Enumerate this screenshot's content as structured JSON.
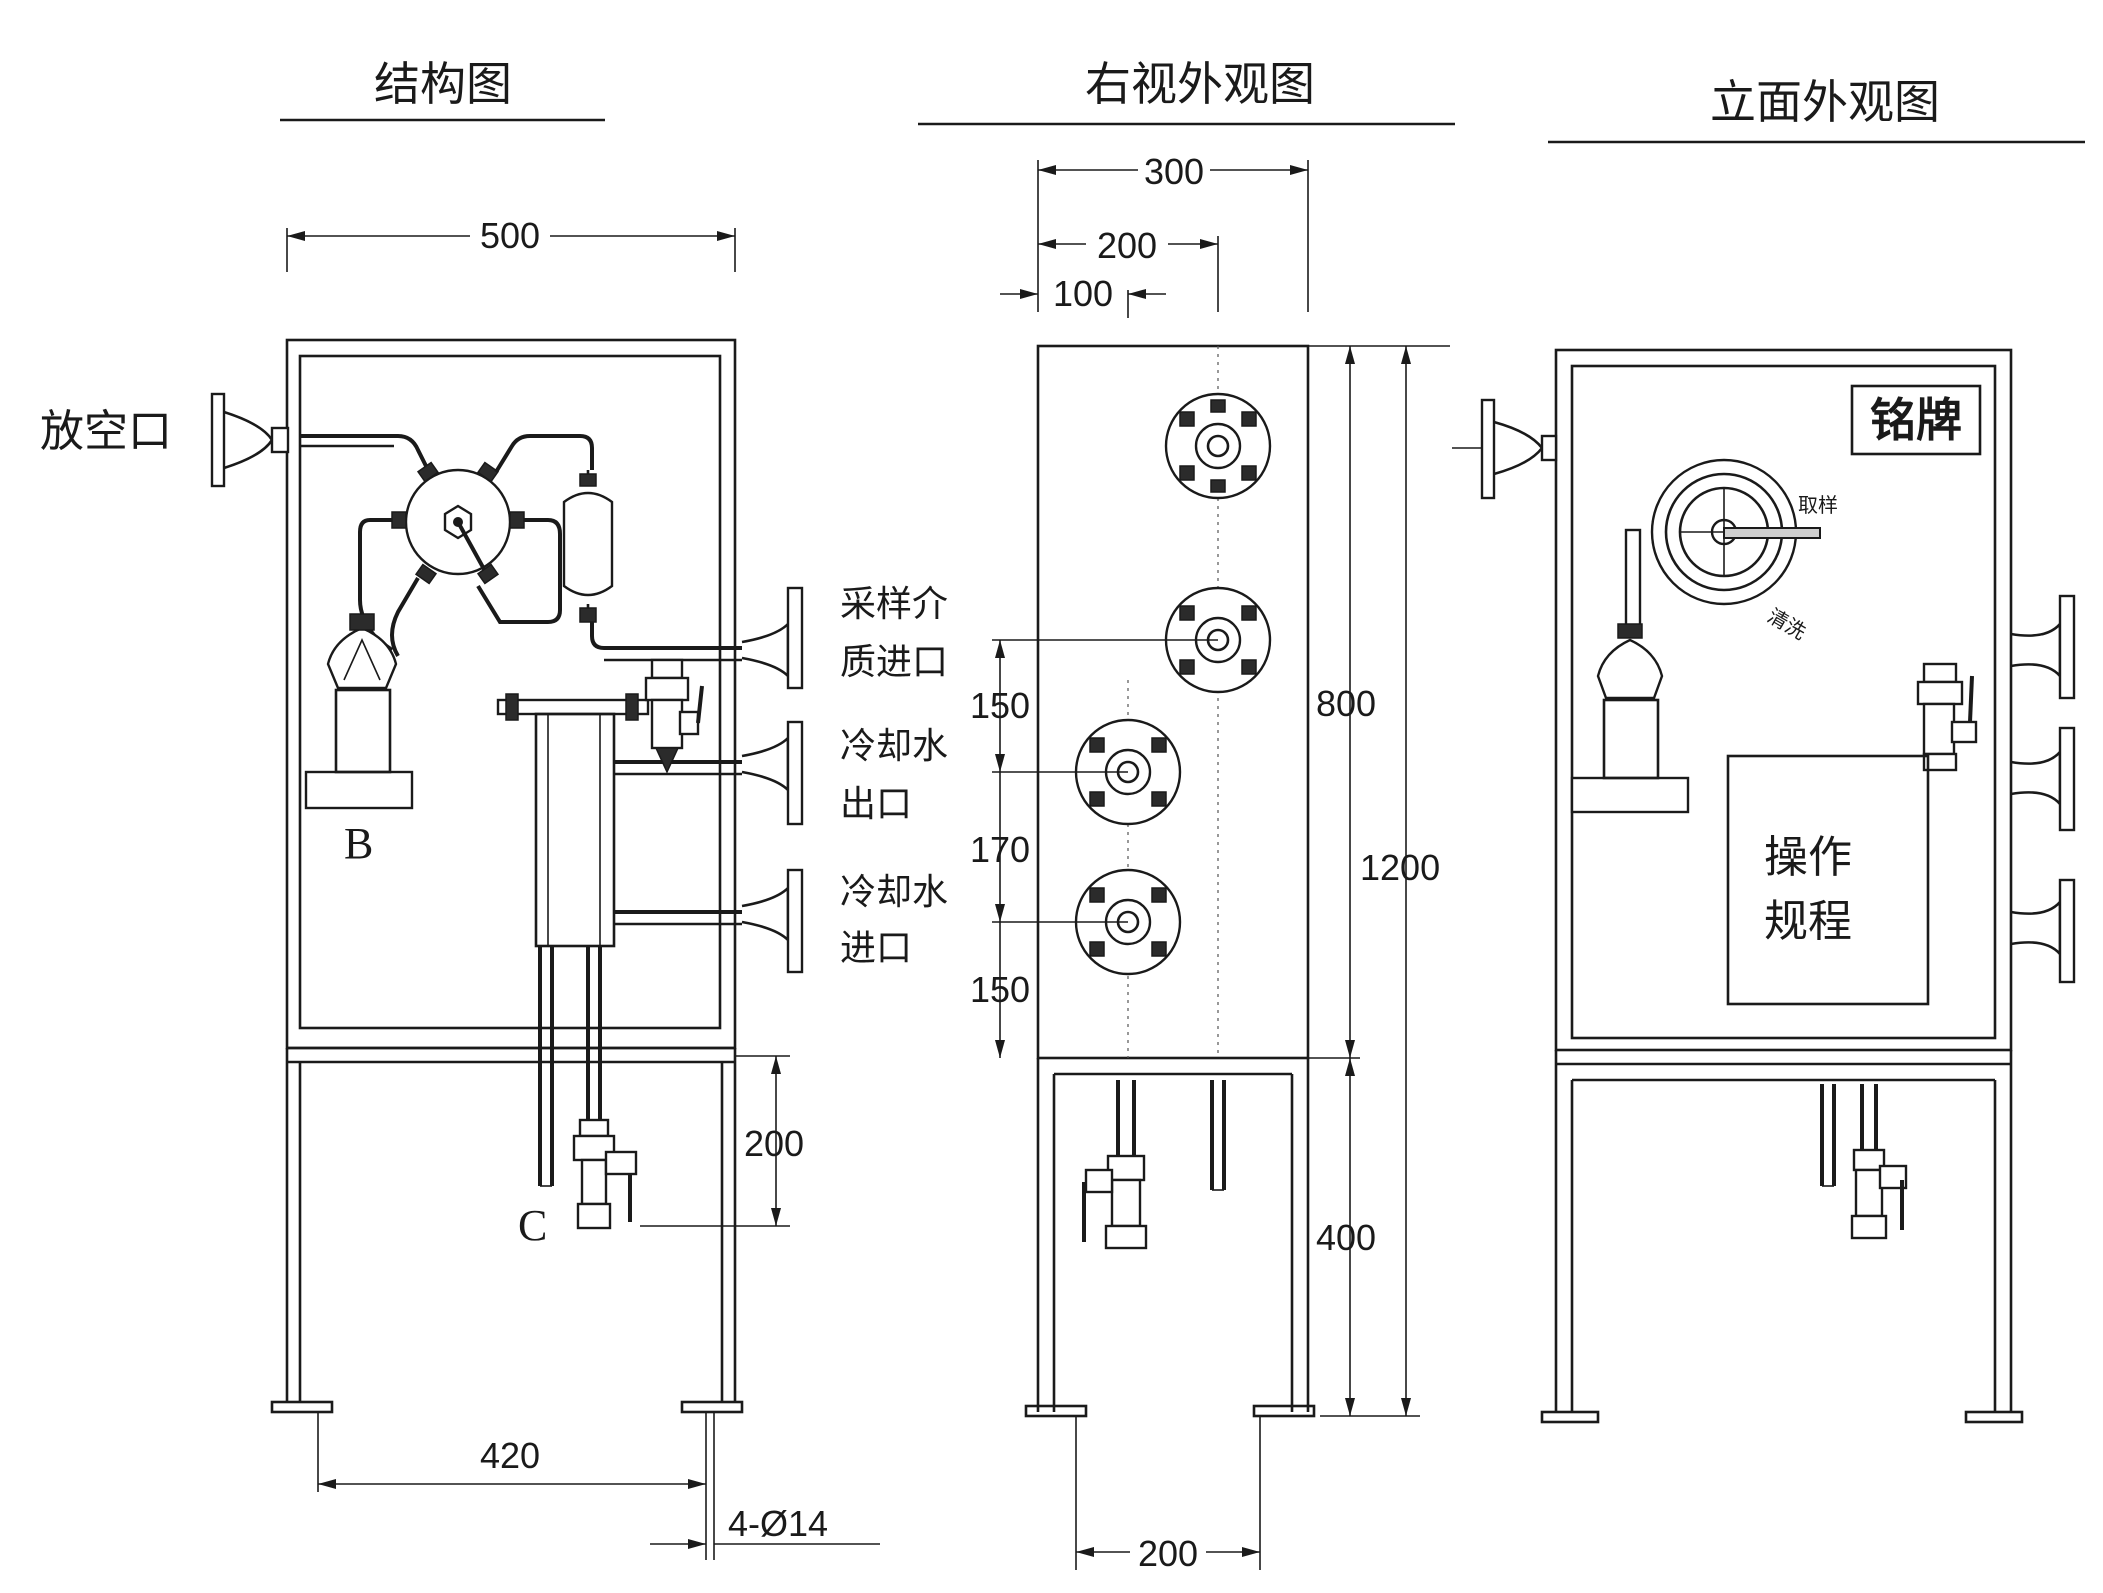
{
  "views": {
    "structure": {
      "title": "结构图",
      "width": "500",
      "vent": "放空口",
      "inlet_line1": "采样介",
      "inlet_line2": "质进口",
      "cool_out_line1": "冷却水",
      "cool_out_line2": "出口",
      "cool_in_line1": "冷却水",
      "cool_in_line2": "进口",
      "label_b": "B",
      "label_c": "C",
      "dim_200": "200",
      "base_span": "420",
      "holes": "4-Ø14"
    },
    "right": {
      "title": "右视外观图",
      "dim_300": "300",
      "dim_200_top": "200",
      "dim_100": "100",
      "dim_150_a": "150",
      "dim_170": "170",
      "dim_150_b": "150",
      "dim_800": "800",
      "dim_1200": "1200",
      "dim_400": "400",
      "dim_200_bottom": "200"
    },
    "elevation": {
      "title": "立面外观图",
      "nameplate": "铭牌",
      "sample_label": "取样",
      "clean_label": "清洗",
      "procedure_line1": "操作",
      "procedure_line2": "规程"
    }
  }
}
